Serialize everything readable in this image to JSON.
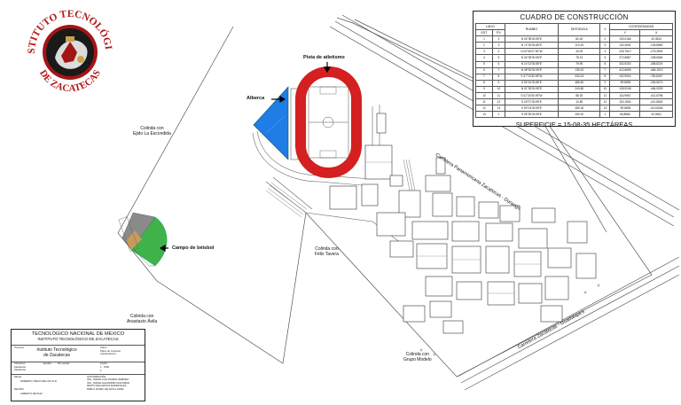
{
  "logo": {
    "ring_text_top": "INSTITUTO TECNOLÓGICO",
    "ring_text_bottom": "DE ZACATECAS"
  },
  "labels": {
    "pista": "Pista de atletismo",
    "alberca": "Alberca",
    "campo": "Campo de béisbol",
    "ejido": "Colinda con\nEjido La Escondida",
    "felix": "Colinda con\nFélix Tavera",
    "anastacio": "Colinda con\nAnastacio Ávila",
    "grupo": "Colinda con\nGrupo Modelo",
    "carretera_durango": "Carretera Panamericana Zacatecas - Durango",
    "carretera_guadalajara": "Carretera Zacatecas - Guadalajara"
  },
  "construction_table": {
    "title": "CUADRO DE CONSTRUCCIÓN",
    "headers": {
      "lado": "LADO",
      "est": "EST",
      "pv": "PV",
      "rumbo": "RUMBO",
      "distancia": "DISTANCIA",
      "v": "V",
      "coordenadas": "COORDENADAS",
      "y": "Y",
      "x": "X"
    },
    "rows": [
      [
        "1",
        "2",
        "N 04°35'30.95\"E",
        "82.40",
        "2",
        "133.0166",
        "43.3513"
      ],
      [
        "2",
        "3",
        "N 74°30'05.85\"E",
        "119.15",
        "3",
        "124.4051",
        "-106.8680"
      ],
      [
        "3",
        "4",
        "N 04°45'27.50\"W",
        "33.00",
        "4",
        "225.7512",
        "-275.3594"
      ],
      [
        "4",
        "5",
        "N 04°35'30.95\"E",
        "78.13",
        "5",
        "272.6887",
        "-238.6566"
      ],
      [
        "5",
        "6",
        "N 14°13'30.85\"E",
        "79.90",
        "6",
        "332.5152",
        "-286.8224"
      ],
      [
        "6",
        "7",
        "N 08°30'30.95\"E",
        "135.20",
        "7",
        "412.6696",
        "-466.1913"
      ],
      [
        "7",
        "8",
        "S 47°24'30.95\"W",
        "434.03",
        "8",
        "102.9924",
        "-750.8497"
      ],
      [
        "8",
        "9",
        "S 53°16'30.85\"E",
        "486.60",
        "9",
        "-99.8695",
        "-283.6573"
      ],
      [
        "9",
        "10",
        "N 01°35'30.95\"E",
        "240.80",
        "10",
        "128.9248",
        "-484.0939"
      ],
      [
        "10",
        "11",
        "S 01°34'30.95\"W",
        "88.30",
        "11",
        "116.9967",
        "-411.6798"
      ],
      [
        "11",
        "12",
        "S 18°07'30.95\"E",
        "10.80",
        "12",
        "115.1946",
        "-411.6818"
      ],
      [
        "12",
        "13",
        "S 00°03'30.95\"E",
        "289.18",
        "13",
        "-99.8695",
        "-413.8448"
      ],
      [
        "13",
        "1",
        "S 05°35'30.95\"E",
        "269.10",
        "1",
        "66.8866",
        "43.0641"
      ]
    ],
    "superficie": "SUPERFICIE = 15-08-35 HECTÁREAS"
  },
  "title_block": {
    "line1": "TECNOLÓGICO NACIONAL DE MÉXICO",
    "line2": "INSTITUTO TECNOLÓGICO DE ZACATECAS",
    "proyecto_label": "Proyecto:",
    "proyecto": "Instituto Tecnológico\nde Zacatecas",
    "plano_label": "Plano de Conjunto\nArquitectónico",
    "clave_label": "Clave:",
    "clave": "1",
    "ubicacion_label": "Ubicación:",
    "ubicacion": "Zacatecas\nZacatecas",
    "escala_label": "Escala:",
    "escala": "Sin escala",
    "fecha_label": "Fecha:",
    "fecha": "1 : 1500",
    "dibujo_label": "Dibujó:",
    "dibujo": "ROBERTO TREJO DEL RIO E.D.",
    "reviso_label": "REVISÓ:",
    "reviso": "ALBERTO DE DIAZ",
    "autoriza": "AUTORIZACIÓN\nING. JORGE LUIS RIVERA JIMÉNEZ\nING. JORGE ALEJANDRO ESCOBAR\nDEPTO RECURSOS MATERIALES\nPABLO DIOMC DE DIOS LOPEZ"
  },
  "colors": {
    "track": "#d42020",
    "field": "#ffffff",
    "pool": "#1e7ee6",
    "baseball": "#3fb34a",
    "lines": "#333333"
  }
}
